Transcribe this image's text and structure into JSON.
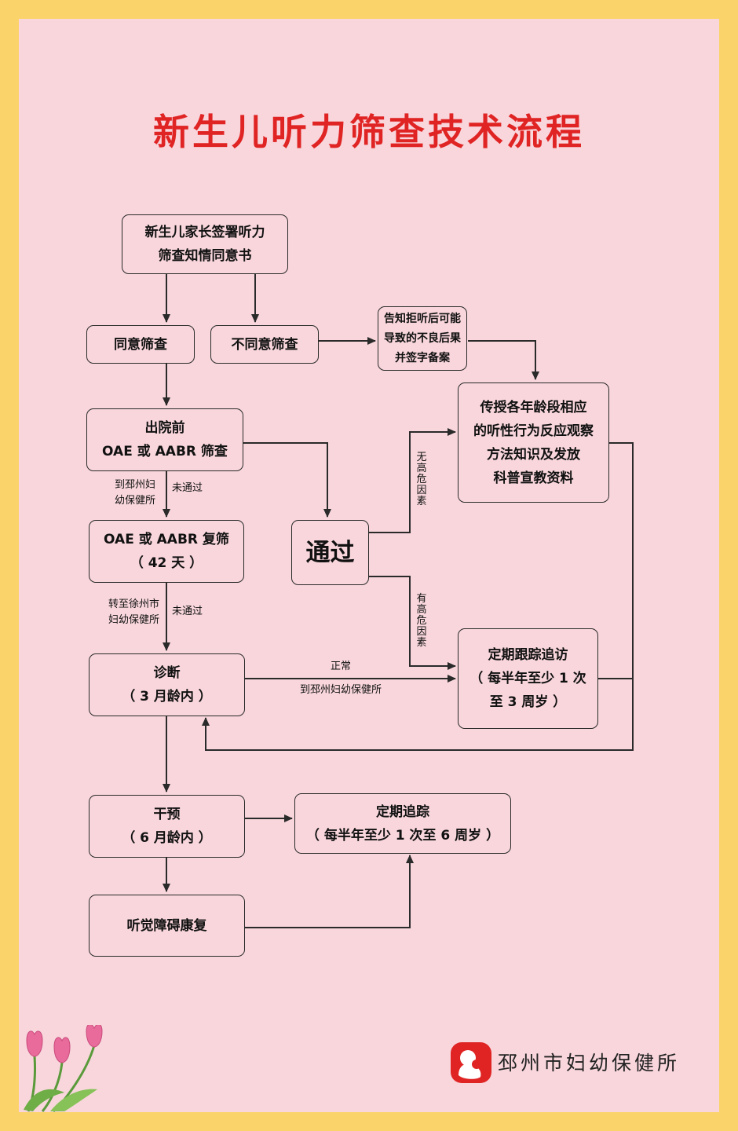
{
  "title": "新生儿听力筛查技术流程",
  "nodes": {
    "consent": [
      "新生儿家长签署听力",
      "筛查知情同意书"
    ],
    "agree": [
      "同意筛查"
    ],
    "disagree": [
      "不同意筛查"
    ],
    "inform": [
      "告知拒听后可能",
      "导致的不良后果",
      "并签字备案"
    ],
    "teach": [
      "传授各年龄段相应",
      "的听性行为反应观察",
      "方法知识及发放",
      "科普宣教资料"
    ],
    "pre_discharge": [
      "出院前",
      "OAE 或 AABR 筛查"
    ],
    "pass": [
      "通过"
    ],
    "rescreen": [
      "OAE 或 AABR 复筛",
      "（ 42 天 ）"
    ],
    "followup": [
      "定期跟踪追访",
      "（ 每半年至少 1 次",
      "至 3 周岁 ）"
    ],
    "diagnosis": [
      "诊断",
      "（ 3 月龄内 ）"
    ],
    "intervention": [
      "干预",
      "（ 6 月龄内 ）"
    ],
    "tracking": [
      "定期追踪",
      "（ 每半年至少 1 次至 6 周岁 ）"
    ],
    "rehab": [
      "听觉障碍康复"
    ]
  },
  "edge_labels": {
    "to_pizhou": [
      "到邳州妇",
      "幼保健所"
    ],
    "not_pass_1": "未通过",
    "to_xuzhou": [
      "转至徐州市",
      "妇幼保健所"
    ],
    "not_pass_2": "未通过",
    "no_risk": "无高危因素",
    "high_risk": "有高危因素",
    "normal": "正常",
    "normal_to": "到邳州妇幼保健所"
  },
  "footer": {
    "org_name": "邳州市妇幼保健所"
  },
  "colors": {
    "frame": "#fbd36b",
    "background": "#f8d6dc",
    "title": "#e02424",
    "stroke": "#2a2a2a",
    "logo": "#e02424",
    "tulip": "#e86b9b"
  }
}
